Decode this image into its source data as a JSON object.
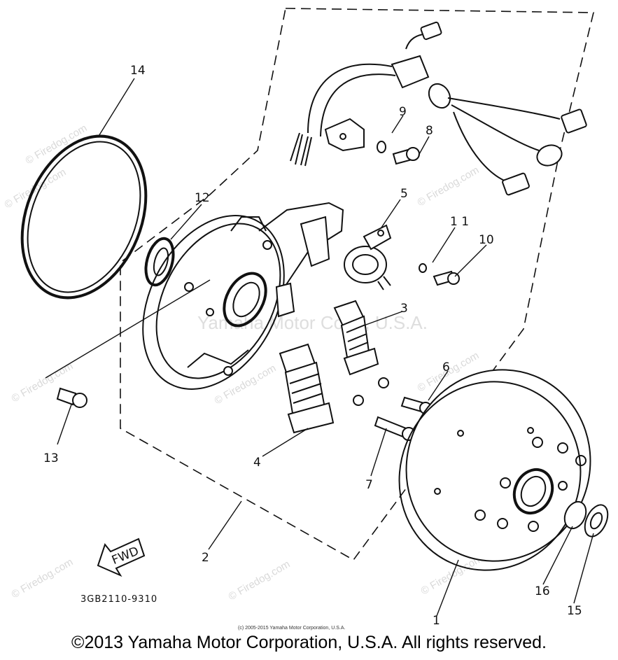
{
  "diagram": {
    "part_labels": [
      {
        "id": "1",
        "text": "1"
      },
      {
        "id": "2",
        "text": "2"
      },
      {
        "id": "3",
        "text": "3"
      },
      {
        "id": "4",
        "text": "4"
      },
      {
        "id": "5",
        "text": "5"
      },
      {
        "id": "6",
        "text": "6"
      },
      {
        "id": "7",
        "text": "7"
      },
      {
        "id": "8",
        "text": "8"
      },
      {
        "id": "9",
        "text": "9"
      },
      {
        "id": "10",
        "text": "10"
      },
      {
        "id": "11",
        "text": "1 1"
      },
      {
        "id": "12",
        "text": "12"
      },
      {
        "id": "13",
        "text": "13"
      },
      {
        "id": "14",
        "text": "14"
      },
      {
        "id": "15",
        "text": "15"
      },
      {
        "id": "16",
        "text": "16"
      }
    ],
    "diagram_code": "3GB2110-9310",
    "fwd_arrow_text": "FWD",
    "watermark_text": "© Firedog.com",
    "center_watermark": "Yamaha Motor Corp., U.S.A.",
    "small_copyright": "(c) 2005-2015 Yamaha Motor Corporation, U.S.A.",
    "copyright": "©2013 Yamaha Motor Corporation, U.S.A. All rights reserved."
  }
}
